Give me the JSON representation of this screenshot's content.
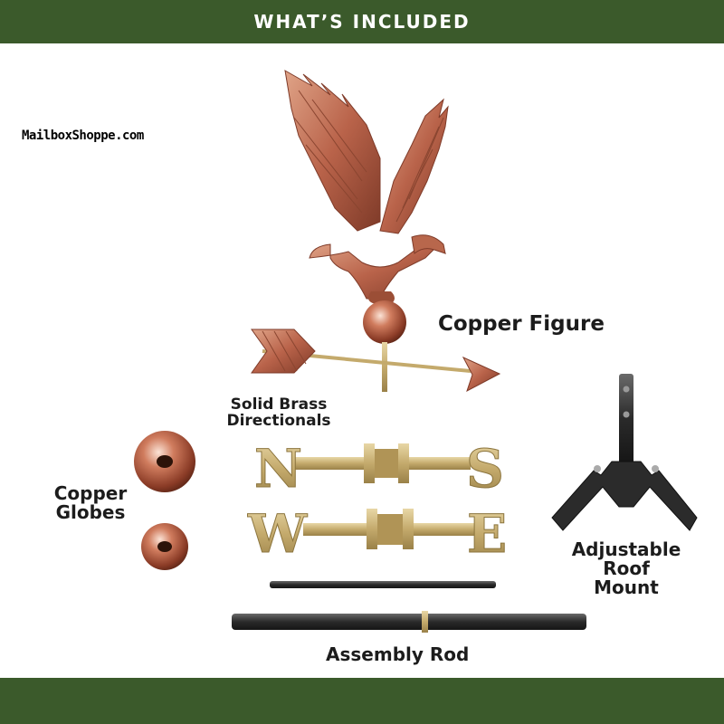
{
  "header": {
    "title": "WHAT’S INCLUDED"
  },
  "watermark": "MailboxShoppe.com",
  "labels": {
    "copper_figure": "Copper Figure",
    "brass_directionals_line1": "Solid Brass",
    "brass_directionals_line2": "Directionals",
    "copper_globes_line1": "Copper",
    "copper_globes_line2": "Globes",
    "roof_mount_line1": "Adjustable",
    "roof_mount_line2": "Roof",
    "roof_mount_line3": "Mount",
    "assembly_rod": "Assembly Rod"
  },
  "directionals": {
    "north": "N",
    "south": "S",
    "west": "W",
    "east": "E"
  },
  "colors": {
    "banner": "#3b5a2b",
    "copper": "#c8775a",
    "brass": "#c9b27a",
    "mount": "#2e2e2e"
  }
}
